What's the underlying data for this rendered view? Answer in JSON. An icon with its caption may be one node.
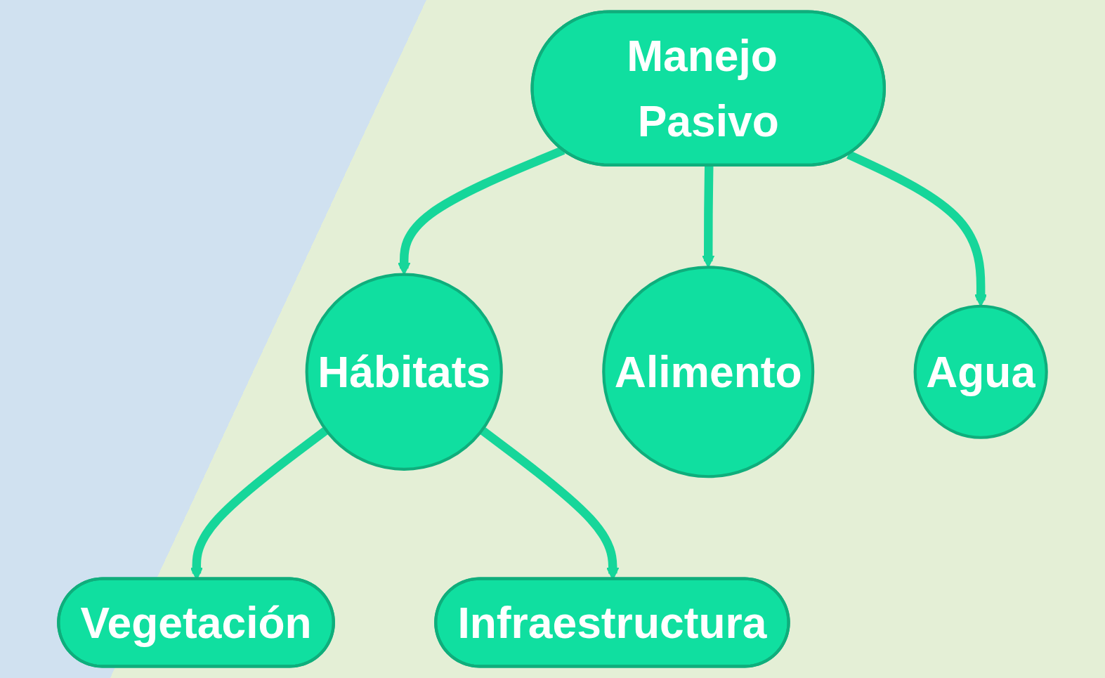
{
  "diagram": {
    "nodes": [
      {
        "text": [
          "Manejo Pasivo"
        ]
      },
      {
        "text": [
          "Hábitats"
        ]
      },
      {
        "text": [
          "Alimento"
        ]
      },
      {
        "text": [
          "Agua"
        ]
      },
      {
        "text": [
          "Vegetación"
        ]
      },
      {
        "text": [
          "Infraestructura"
        ]
      }
    ],
    "edges": [
      {
        "from": 0,
        "to": 1,
        "arrow": "to"
      },
      {
        "from": 0,
        "to": 2,
        "arrow": "to"
      },
      {
        "from": 0,
        "to": 3,
        "arrow": "to"
      },
      {
        "from": 1,
        "to": 4,
        "arrow": "to"
      },
      {
        "from": 1,
        "to": 5,
        "arrow": "to"
      }
    ]
  }
}
